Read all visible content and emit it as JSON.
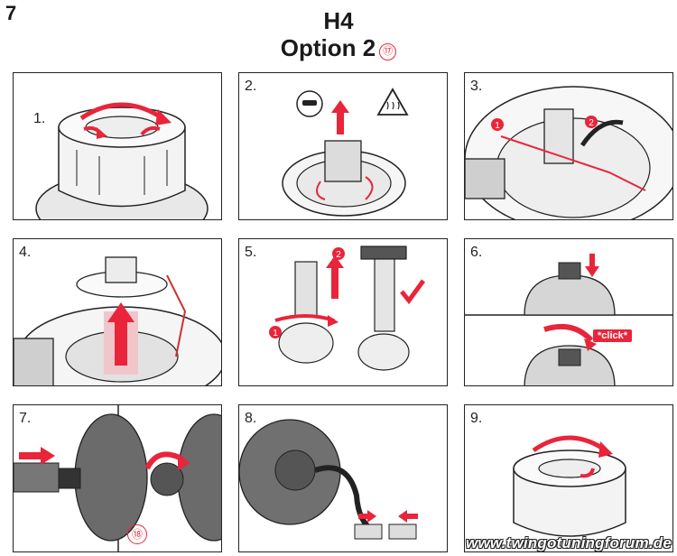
{
  "page_number": "7",
  "header": {
    "model": "H4",
    "option": "Option 2",
    "ref": "⑰"
  },
  "steps": [
    {
      "label": "1."
    },
    {
      "label": "2."
    },
    {
      "label": "3."
    },
    {
      "label": "4."
    },
    {
      "label": "5."
    },
    {
      "label": "6."
    },
    {
      "label": "7."
    },
    {
      "label": "8."
    },
    {
      "label": "9."
    }
  ],
  "inline_numbers": {
    "one": "1",
    "two": "2"
  },
  "step6_click": "*click*",
  "step7_ref": "⑱",
  "watermark": "www.twingotuningforum.de",
  "colors": {
    "accent": "#e8253a",
    "line": "#222222",
    "fill": "#f0f0f0",
    "dark": "#6b6b6b"
  }
}
